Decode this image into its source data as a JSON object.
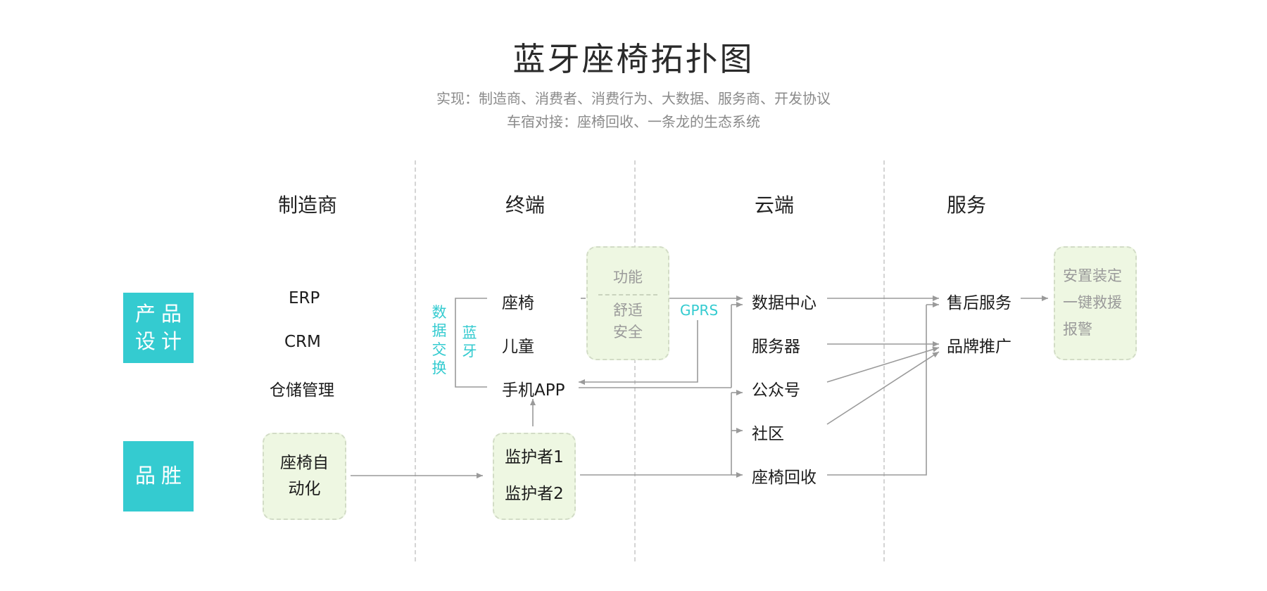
{
  "title": "蓝牙座椅拓扑图",
  "subtitle_lines": [
    "实现：制造商、消费者、消费行为、大数据、服务商、开发协议",
    "车宿对接：座椅回收、一条龙的生态系统"
  ],
  "columns": {
    "manufacturer": "制造商",
    "terminal": "终端",
    "cloud": "云端",
    "service": "服务"
  },
  "side_badges": {
    "product_design": "产品设计",
    "brand": "品胜"
  },
  "manufacturer_items": [
    "ERP",
    "CRM",
    "仓储管理"
  ],
  "auto_box": "座椅自动化",
  "terminal": {
    "data_exchange": "数据交换",
    "bluetooth": "蓝牙",
    "items": [
      "座椅",
      "儿童",
      "手机APP"
    ],
    "guardians": [
      "监护者1",
      "监护者2"
    ]
  },
  "function_box": {
    "top": "功能",
    "items": [
      "舒适",
      "安全"
    ]
  },
  "gprs": "GPRS",
  "cloud_items": [
    "数据中心",
    "服务器",
    "公众号",
    "社区",
    "座椅回收"
  ],
  "service_items": [
    "售后服务",
    "品牌推广"
  ],
  "rescue_box": "安置装定一键救援报警",
  "colors": {
    "accent": "#34cbd0",
    "green_box": "#eef7e2",
    "line": "#9a9a9a"
  }
}
